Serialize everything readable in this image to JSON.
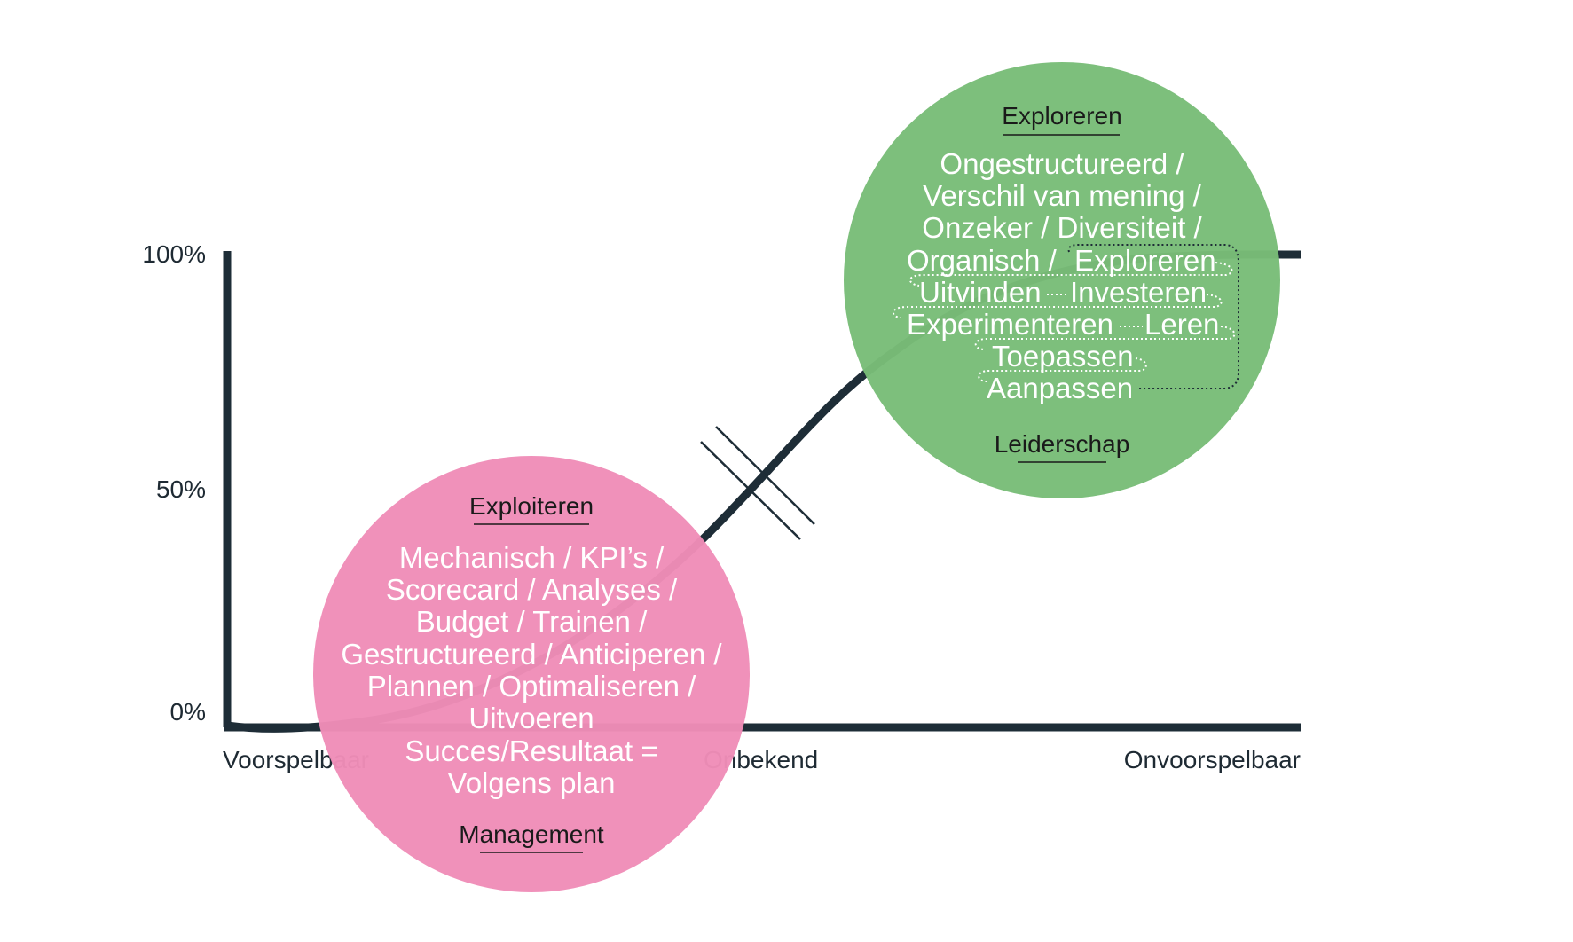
{
  "diagram": {
    "y_axis": {
      "ticks": [
        "100%",
        "50%",
        "0%"
      ]
    },
    "x_axis": {
      "labels": [
        "Voorspelbaar",
        "Onbekend",
        "Onvoorspelbaar"
      ]
    },
    "colors": {
      "axis": "#1e2d37",
      "pink": "#ef8db8",
      "green": "#79bd78",
      "title_text": "#1a1a1a",
      "body_text": "#ffffff"
    },
    "pink_circle": {
      "title": "Exploiteren",
      "lines": [
        "Mechanisch / KPI’s /",
        "Scorecard / Analyses /",
        "Budget / Trainen /",
        "Gestructureerd / Anticiperen /",
        "Plannen / Optimaliseren /",
        "Uitvoeren",
        "Succes/Resultaat =",
        "Volgens plan"
      ],
      "footer": "Management"
    },
    "green_circle": {
      "title": "Exploreren",
      "lines": [
        "Ongestructureerd /",
        "Verschil van mening /",
        "Onzeker / Diversiteit /"
      ],
      "line4_prefix": "Organisch /",
      "cycle": [
        "Exploreren",
        "Uitvinden",
        "Investeren",
        "Experimenteren",
        "Leren",
        "Toepassen",
        "Aanpassen"
      ],
      "footer": "Leiderschap"
    }
  }
}
